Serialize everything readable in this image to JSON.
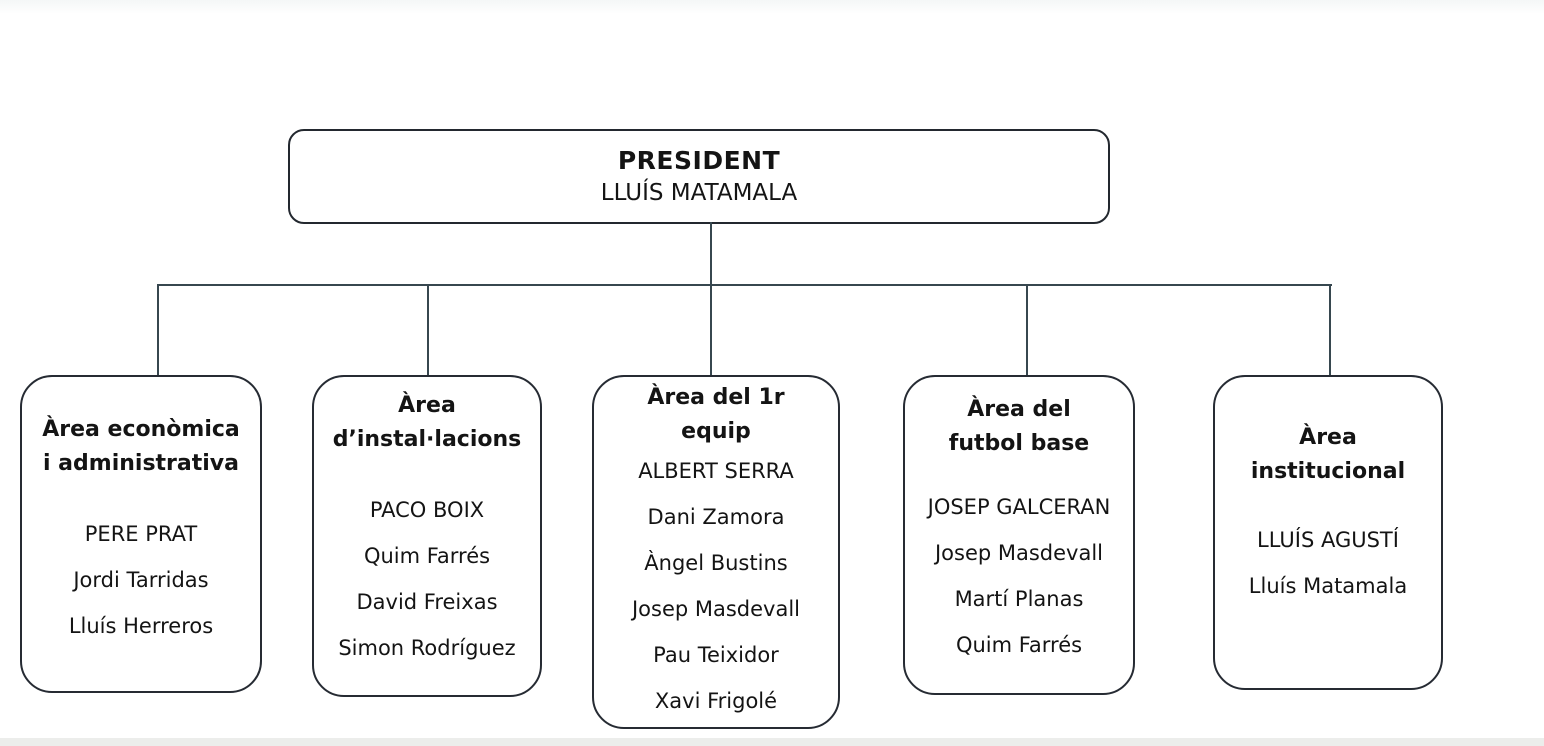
{
  "colors": {
    "background": "#ffffff",
    "box_border": "#23282f",
    "connector_line": "#37474f",
    "text": "#141414",
    "bottom_strip": "#ecedeb"
  },
  "president": {
    "title": "PRESIDENT",
    "name": "LLUÍS MATAMALA"
  },
  "areas": [
    {
      "title": "Àrea econòmica i administrativa",
      "title_lines": [
        "Àrea econòmica",
        "i administrativa"
      ],
      "members": [
        "PERE PRAT",
        "Jordi Tarridas",
        "Lluís Herreros"
      ]
    },
    {
      "title": "Àrea d’instal·lacions",
      "title_lines": [
        "Àrea",
        "d’instal·lacions"
      ],
      "members": [
        "PACO BOIX",
        "Quim Farrés",
        "David Freixas",
        "Simon Rodríguez"
      ]
    },
    {
      "title": "Àrea del 1r equip",
      "title_lines": [
        "Àrea del 1r",
        "equip"
      ],
      "members": [
        "ALBERT SERRA",
        "Dani Zamora",
        "Àngel Bustins",
        "Josep Masdevall",
        "Pau Teixidor",
        "Xavi Frigolé"
      ]
    },
    {
      "title": "Àrea del futbol base",
      "title_lines": [
        "Àrea del",
        "futbol base"
      ],
      "members": [
        "JOSEP GALCERAN",
        "Josep Masdevall",
        "Martí Planas",
        "Quim Farrés"
      ]
    },
    {
      "title": "Àrea institucional",
      "title_lines": [
        "Àrea",
        "institucional"
      ],
      "members": [
        "LLUÍS AGUSTÍ",
        "Lluís Matamala"
      ]
    }
  ]
}
